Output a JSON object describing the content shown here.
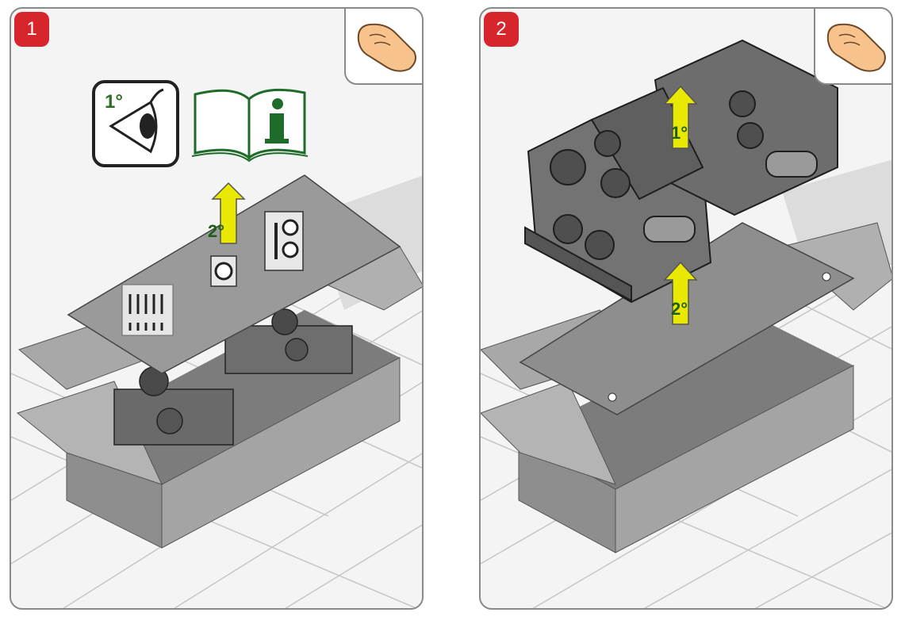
{
  "steps": [
    {
      "number": "1",
      "arrow_label": "2°",
      "eye_label": "1°",
      "icons": [
        "hand-icon",
        "eye-icon",
        "manual-info-icon",
        "arrow-up-icon"
      ]
    },
    {
      "number": "2",
      "arrow_labels": [
        "1°",
        "2°"
      ],
      "icons": [
        "hand-icon",
        "arrow-up-icon"
      ]
    }
  ],
  "colors": {
    "badge": "#d7252c",
    "arrow_fill": "#e8e800",
    "manual_green": "#1f6b2a",
    "carton": "#a8a8a8",
    "floor_grid": "#c8c8c8"
  }
}
